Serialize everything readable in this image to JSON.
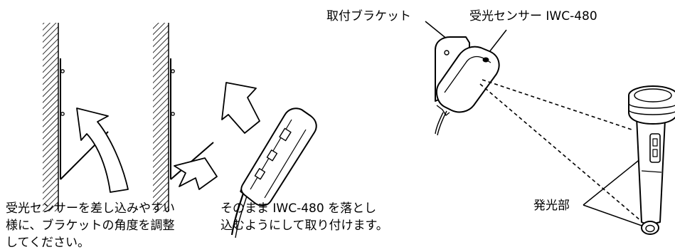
{
  "labels": {
    "bracket": "取付ブラケット",
    "sensor": "受光センサー IWC-480",
    "emitter": "発光部"
  },
  "captions": {
    "left": [
      "受光センサーを差し込みやすい",
      "様に、ブラケットの角度を調整",
      "してください。"
    ],
    "middle": [
      "そのまま IWC-480 を落とし",
      "込むようにして取り付けます。"
    ]
  },
  "colors": {
    "line": "#000000",
    "fill": "#ffffff"
  }
}
